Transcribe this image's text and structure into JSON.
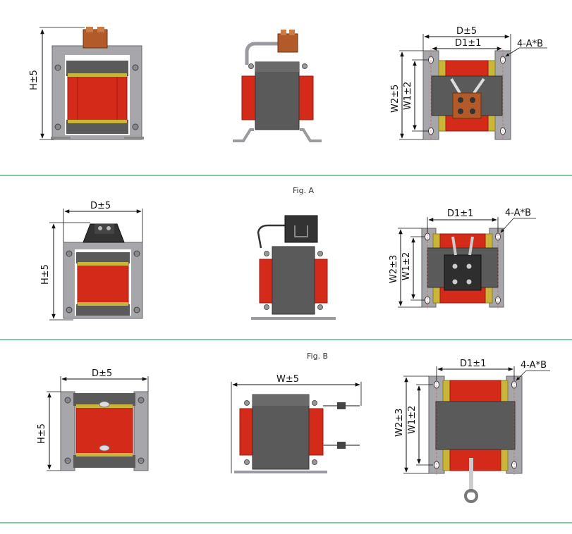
{
  "captions": {
    "fig_a": "Fig. A",
    "fig_b": "Fig. B"
  },
  "labels": {
    "h5": "H±5",
    "d5": "D±5",
    "d1": "D1±1",
    "w2_5": "W2±5",
    "w2_3": "W2±3",
    "w1": "W1±2",
    "w5": "W±5",
    "holes": "4-A*B"
  },
  "colors": {
    "divider": "#3aa86b",
    "coil": "#d42a1a",
    "coil_dark": "#9e1a10",
    "bobbin": "#c9b53a",
    "core": "#5a5a5a",
    "frame": "#a6a6ab",
    "terminal": "#b25a2a"
  }
}
